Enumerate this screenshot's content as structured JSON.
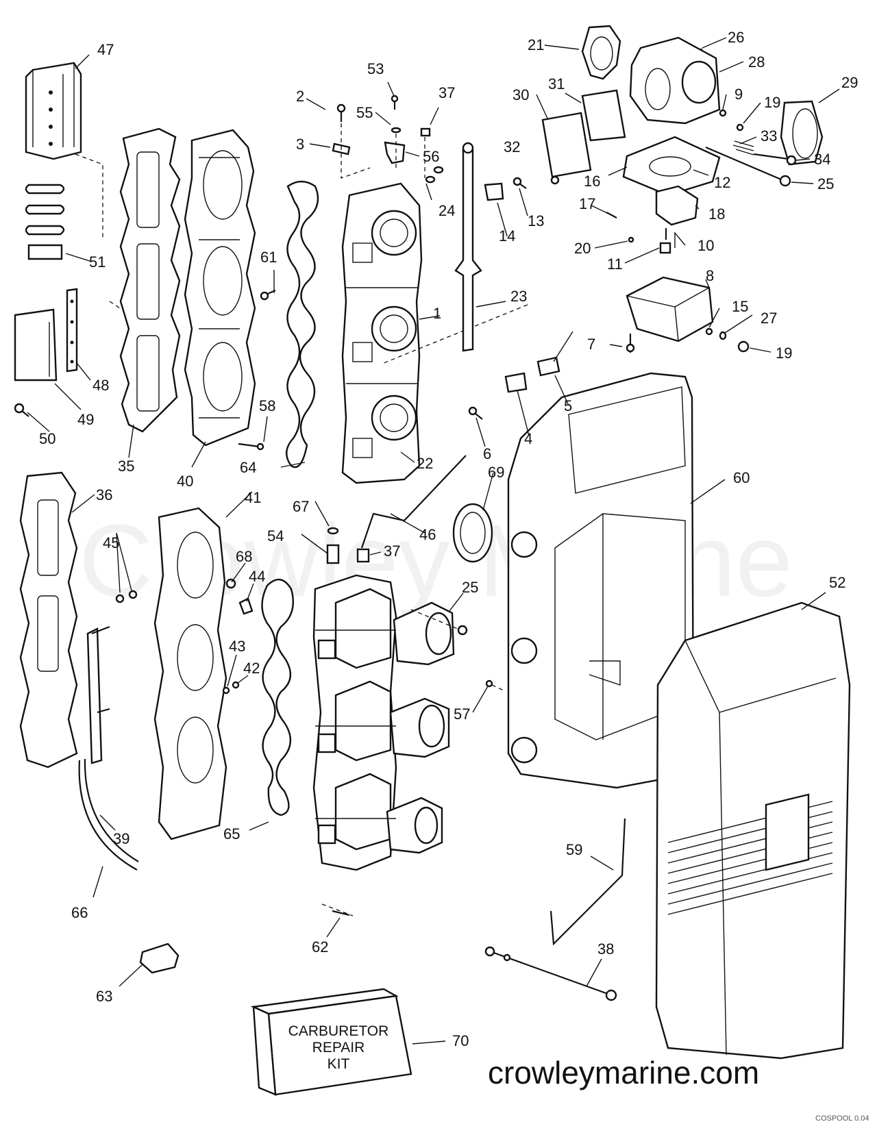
{
  "diagram": {
    "watermark": "Crowley Marine",
    "website": "crowleymarine.com",
    "drawing_code": "COSPOOL 0.04",
    "kit_box": {
      "line1": "CARBURETOR",
      "line2": "REPAIR",
      "line3": "KIT"
    },
    "callouts": {
      "c1": "1",
      "c2": "2",
      "c3": "3",
      "c4": "4",
      "c5": "5",
      "c6": "6",
      "c7": "7",
      "c8": "8",
      "c9": "9",
      "c10": "10",
      "c11": "11",
      "c12": "12",
      "c13": "13",
      "c14": "14",
      "c15": "15",
      "c16": "16",
      "c17": "17",
      "c18": "18",
      "c19a": "19",
      "c19b": "19",
      "c20": "20",
      "c21": "21",
      "c22": "22",
      "c23": "23",
      "c24": "24",
      "c25a": "25",
      "c25b": "25",
      "c26": "26",
      "c27": "27",
      "c28": "28",
      "c29": "29",
      "c30": "30",
      "c31": "31",
      "c32": "32",
      "c33": "33",
      "c34": "34",
      "c35": "35",
      "c36": "36",
      "c37a": "37",
      "c37b": "37",
      "c38": "38",
      "c39": "39",
      "c40": "40",
      "c41": "41",
      "c42": "42",
      "c43": "43",
      "c44": "44",
      "c45": "45",
      "c46": "46",
      "c47": "47",
      "c48": "48",
      "c49": "49",
      "c50": "50",
      "c51": "51",
      "c52": "52",
      "c53": "53",
      "c54": "54",
      "c55": "55",
      "c56": "56",
      "c57": "57",
      "c58": "58",
      "c59": "59",
      "c60": "60",
      "c61": "61",
      "c62": "62",
      "c63": "63",
      "c64": "64",
      "c65": "65",
      "c66": "66",
      "c67": "67",
      "c68": "68",
      "c69": "69",
      "c70": "70"
    }
  }
}
